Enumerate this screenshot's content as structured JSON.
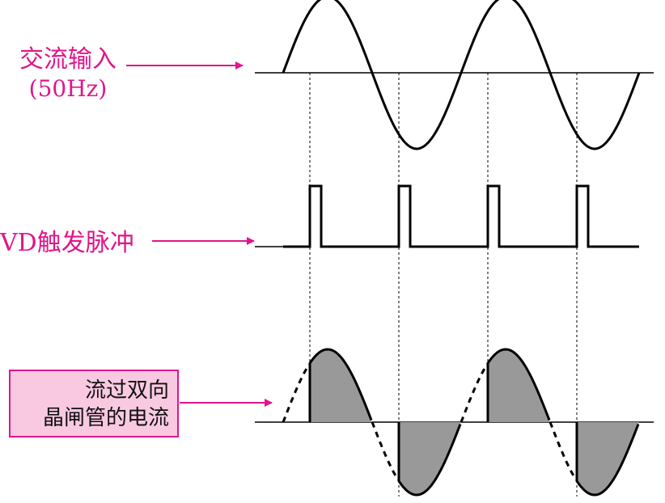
{
  "labels": {
    "ac_input": "交流输入",
    "ac_freq": "(50Hz)",
    "trigger": "VD触发脉冲",
    "current_line1": "流过双向",
    "current_line2": "晶闸管的电流"
  },
  "colors": {
    "accent": "#e0168a",
    "box_fill": "#f9c9e2",
    "shaded": "#999999",
    "line": "#000000"
  }
}
